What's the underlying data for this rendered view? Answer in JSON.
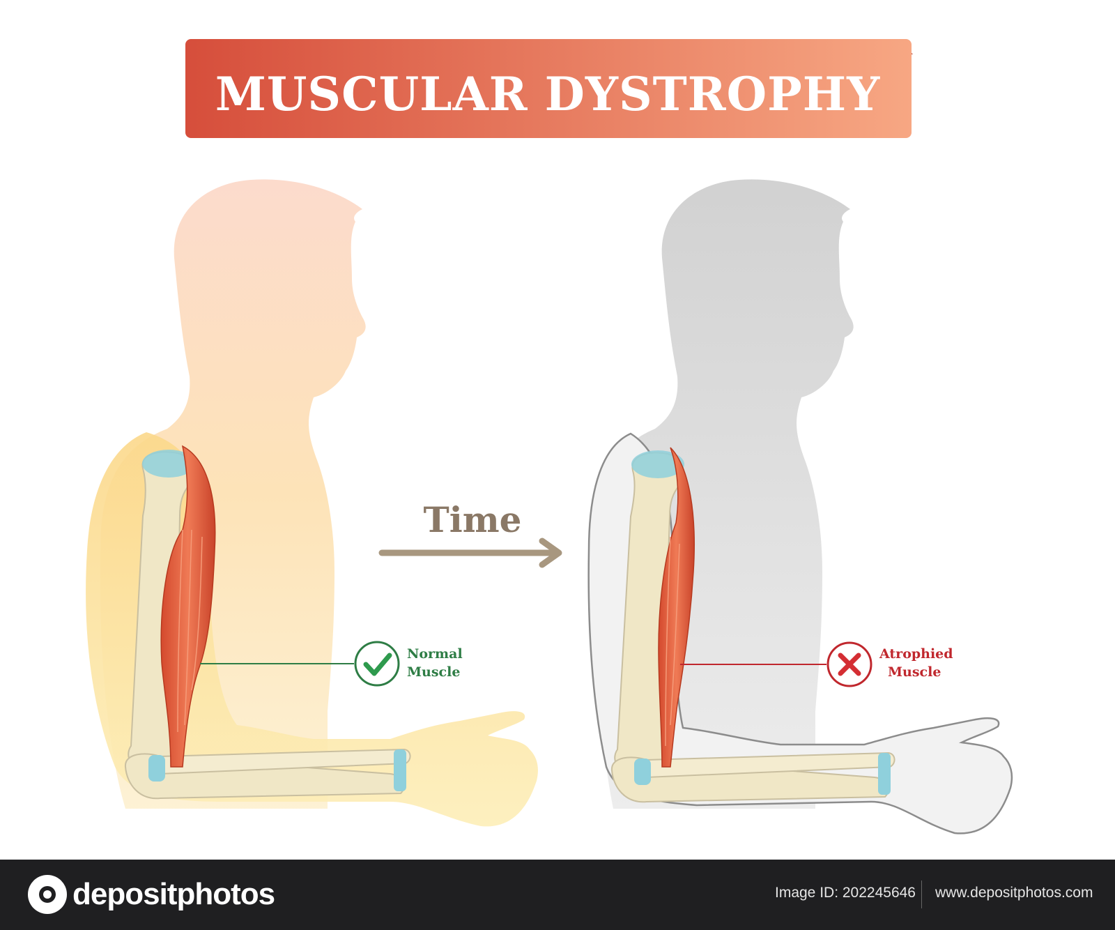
{
  "title": "MUSCULAR DYSTROPHY",
  "transition": {
    "label": "Time"
  },
  "labels": {
    "normal": {
      "line1": "Normal",
      "line2": "Muscle"
    },
    "atrophied": {
      "line1": "Atrophied",
      "line2": "Muscle"
    }
  },
  "colors": {
    "banner_start": "#d8533d",
    "banner_end": "#f5a27c",
    "normal_accent": "#2e7d45",
    "atrophied_accent": "#c0272d",
    "arrow": "#a8977f",
    "muscle": "#e2613f",
    "bone": "#f0e7c6",
    "cartilage": "#8fd0dc"
  },
  "footer": {
    "brand": "depositphotos",
    "image_id": "Image ID: 202245646",
    "site": "www.depositphotos.com"
  }
}
